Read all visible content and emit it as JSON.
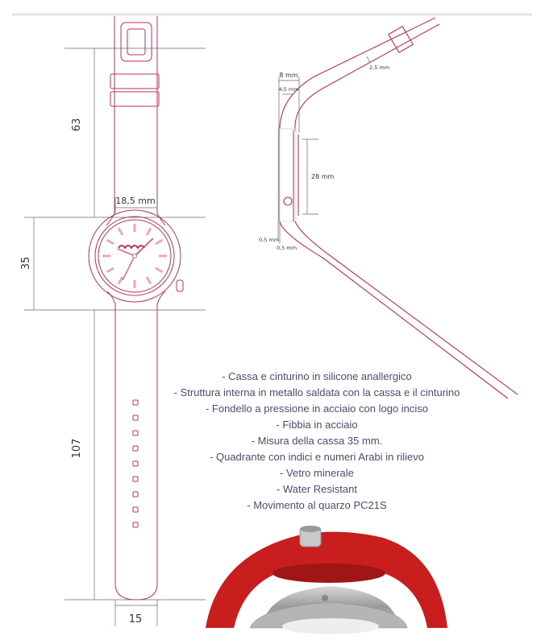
{
  "colors": {
    "outline": "#b8325a",
    "dimension": "#555555",
    "text": "#4b4b73",
    "strap_red": "#c81e1e",
    "steel": "#a8a8a8"
  },
  "front_view": {
    "dim_strap_top": "63",
    "dim_case": "35",
    "dim_strap_bottom": "107",
    "dim_strap_width_bottom": "15",
    "dim_lug_width": "18,5 mm",
    "strap_holes": 9
  },
  "side_view": {
    "dim_thickness": "8 mm",
    "dim_inner": "4,5 mm",
    "dim_dial": "28 mm",
    "dim_edge_1": "0,5 mm",
    "dim_edge_2": "0,5 mm",
    "dim_strap": "2,5 mm"
  },
  "features": [
    "- Cassa e cinturino in silicone anallergico",
    "- Struttura interna in metallo saldata con la cassa e il cinturino",
    "- Fondello a pressione in acciaio con logo inciso",
    "- Fibbia in acciaio",
    "- Misura della cassa 35 mm.",
    "- Quadrante con indici e numeri Arabi in rilievo",
    "- Vetro minerale",
    "- Water Resistant",
    "- Movimento al quarzo PC21S"
  ]
}
